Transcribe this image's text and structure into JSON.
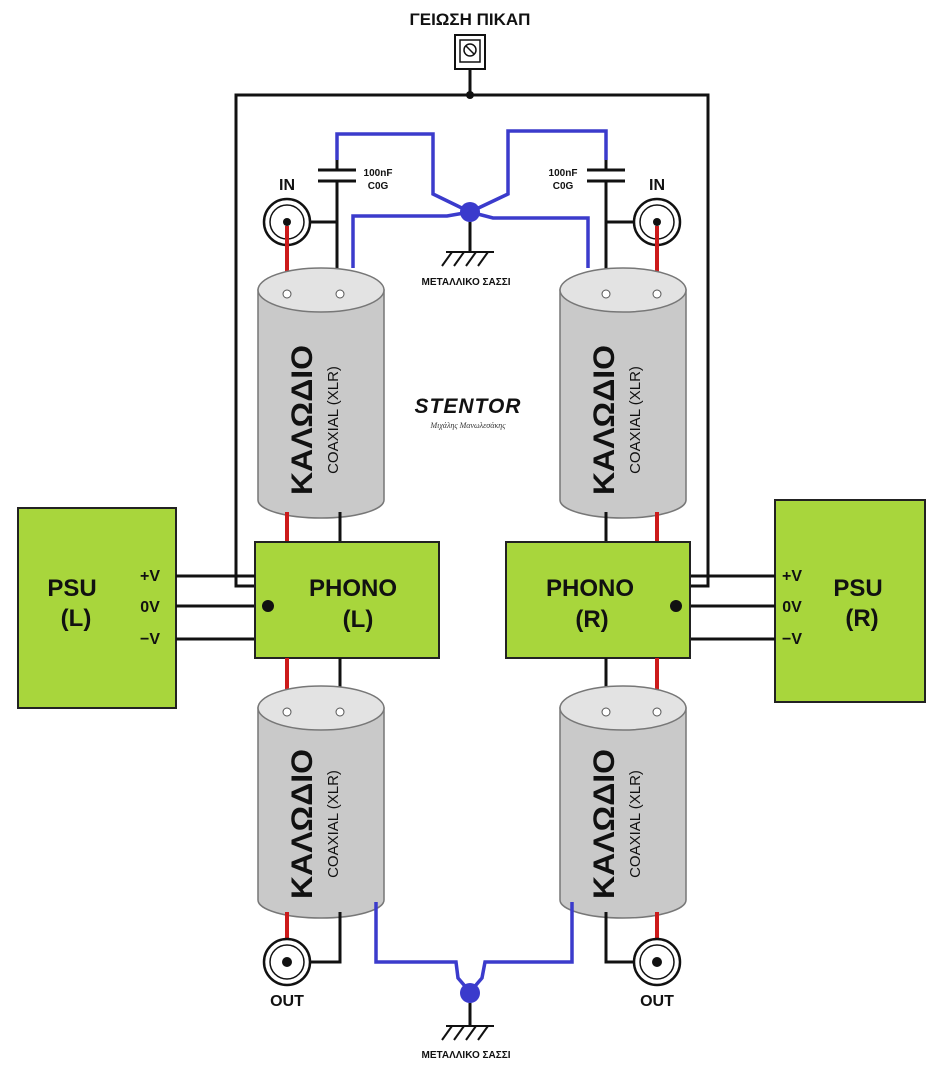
{
  "colors": {
    "psu_box": "#a8d63c",
    "ground_wire": "#3b3bcc",
    "signal_wire": "#cc1a1a",
    "cable": "#c9c9c9"
  },
  "pickup_ground_label": "ΓΕΙΩΣΗ ΠΙΚΑΠ",
  "chassis_label_top": "ΜΕΤΑΛΛΙΚΟ ΣΑΣΣΙ",
  "chassis_label_bottom": "ΜΕΤΑΛΛΙΚΟ ΣΑΣΣΙ",
  "capacitor_left": {
    "value": "100nF",
    "type": "C0G"
  },
  "capacitor_right": {
    "value": "100nF",
    "type": "C0G"
  },
  "input_left": "IN",
  "input_right": "IN",
  "output_left": "OUT",
  "output_right": "OUT",
  "cable_title": "ΚΑΛΩΔΙΟ",
  "cable_subtitle": "COAXIAL (XLR)",
  "psu_left": {
    "line1": "PSU",
    "line2": "(L)"
  },
  "psu_right": {
    "line1": "PSU",
    "line2": "(R)"
  },
  "phono_left": {
    "line1": "PHONO",
    "line2": "(L)"
  },
  "phono_right": {
    "line1": "PHONO",
    "line2": "(R)"
  },
  "rail_pos": "+V",
  "rail_zero": "0V",
  "rail_neg": "−V",
  "brand": "STENTOR",
  "signature": "Μιχάλης Μανωλεσάκης"
}
